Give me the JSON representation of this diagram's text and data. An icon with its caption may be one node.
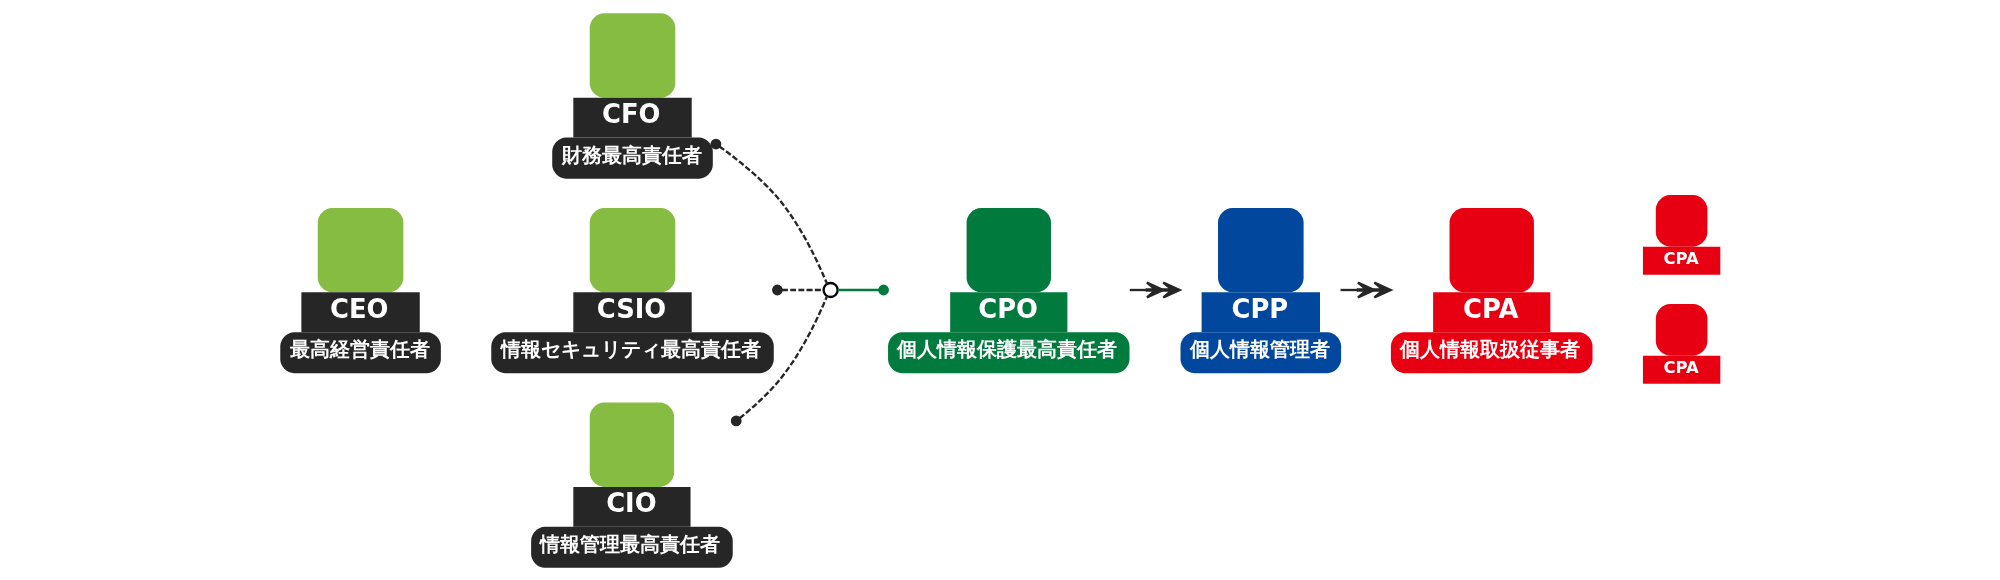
{
  "diagram": {
    "nodes": [
      {
        "text": [
          "CEO",
          "最高経営責任者"
        ]
      },
      {
        "text": [
          "CSIO",
          "情報セキュリティ最高責任者"
        ]
      },
      {
        "text": [
          "CFO",
          "財務最高責任者"
        ]
      },
      {
        "text": [
          "CIO",
          "情報管理最高責任者"
        ]
      },
      {
        "text": [],
        "shape": "circle"
      },
      {
        "text": [
          "CPO",
          "個人情報保護最高責任者"
        ]
      },
      {
        "text": [
          "CPP",
          "個人情報管理者"
        ]
      },
      {
        "text": [
          "CPA",
          "個人情報取扱従事者"
        ]
      },
      {
        "text": [
          "CPA"
        ]
      },
      {
        "text": [
          "CPA"
        ]
      }
    ],
    "edges": [
      {
        "from": 1,
        "to": 4,
        "arrow": "other",
        "style": "dashed"
      },
      {
        "from": 2,
        "to": 4,
        "arrow": "other",
        "style": "dashed"
      },
      {
        "from": 3,
        "to": 4,
        "arrow": "other",
        "style": "dashed"
      },
      {
        "from": 4,
        "to": 5,
        "arrow": "other",
        "color": "#007a3d"
      },
      {
        "from": 5,
        "to": 6,
        "arrow": "to"
      },
      {
        "from": 6,
        "to": 7,
        "arrow": "to"
      }
    ]
  }
}
